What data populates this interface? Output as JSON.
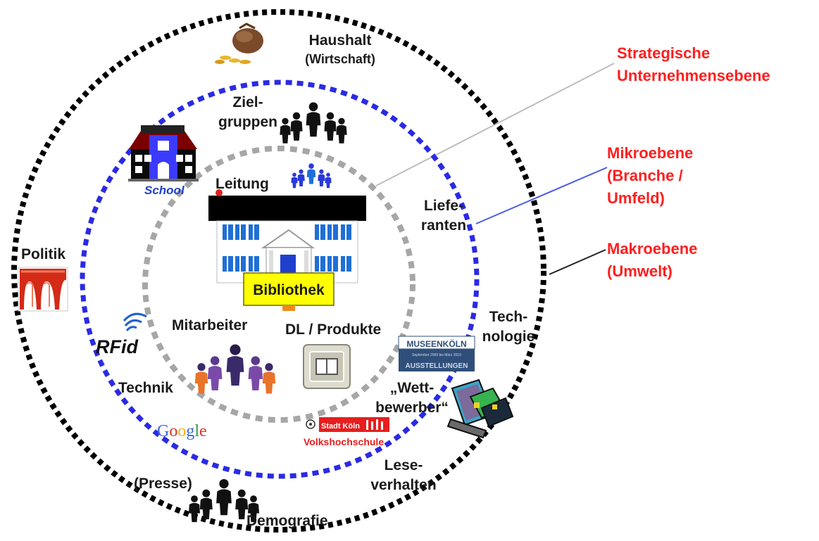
{
  "colors": {
    "outer_ring": "#000000",
    "middle_ring": "#2a2ae6",
    "inner_ring": "#a6a6a6",
    "legend_text": "#ff1e1e",
    "library_label_bg": "#ffff00",
    "window_blue": "#1f6fd6"
  },
  "legend": {
    "strategic": [
      "Strategische",
      "Unternehmensebene"
    ],
    "micro": [
      "Mikroebene",
      "(Branche /",
      "Umfeld)"
    ],
    "macro": [
      "Makroebene",
      "(Umwelt)"
    ]
  },
  "labels": {
    "haushalt": "Haushalt",
    "wirtschaft": "(Wirtschaft)",
    "ziel": "Ziel-",
    "gruppen": "gruppen",
    "leitung": "Leitung",
    "liefe": "Liefe-",
    "ranten": "ranten",
    "politik": "Politik",
    "tech": "Tech-",
    "nologie": "nologie",
    "mitarbeiter": "Mitarbeiter",
    "dl_produkte": "DL / Produkte",
    "technik": "Technik",
    "wett": "„Wett-",
    "bewerber": "bewerber“",
    "lese": "Lese-",
    "verhalten": "verhalten",
    "presse": "(Presse)",
    "demografie": "Demografie",
    "bibliothek": "Bibliothek"
  },
  "logos": {
    "school": "School",
    "rfid": "RFid",
    "google": "Google",
    "museen": "MUSEENKÖLN",
    "museen_sub": "AUSSTELLUNGEN",
    "museen_date": "September 2009 bis März 2010",
    "stadt": "Stadt Köln",
    "vhs": "Volkshochschule"
  },
  "icons": {
    "money_bag": "money-bag-icon",
    "people_group": "people-group-icon",
    "school_building": "school-building-icon",
    "library_building": "library-building-icon",
    "politics": "parliament-icon",
    "rfid_waves": "rfid-wave-icon",
    "book_button": "book-icon",
    "computer": "computer-icon"
  }
}
